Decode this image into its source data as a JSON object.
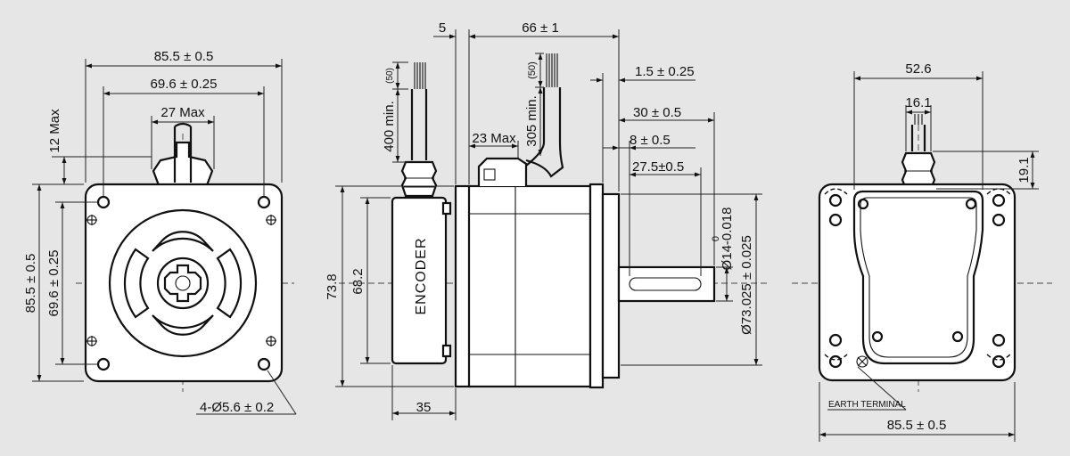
{
  "colors": {
    "background": "#e6e6e6",
    "line": "#111111",
    "fill": "#ffffff"
  },
  "front_view": {
    "overall_width": "85.5 ± 0.5",
    "bolt_spacing_width": "69.6 ± 0.25",
    "connector_width": "27 Max",
    "connector_height": "12 Max",
    "overall_height": "85.5 ± 0.5",
    "bolt_spacing_height": "69.6 ± 0.25",
    "mounting_holes": "4-Ø5.6 ± 0.2"
  },
  "side_view": {
    "flange_offset": "5",
    "body_length": "66 ± 1",
    "flange_thickness": "1.5 ± 0.25",
    "shaft_length": "30 ± 0.5",
    "shaft_step": "8 ± 0.5",
    "key_length": "27.5±0.5",
    "cable_connector": "23 Max",
    "encoder_lead_sleeve": "(50)",
    "encoder_lead_length": "400 min.",
    "motor_lead_sleeve": "(50)",
    "motor_lead_length": "305 min.",
    "encoder_label": "ENCODER",
    "encoder_length": "35",
    "total_height": "73.8",
    "encoder_height": "68.2",
    "shaft_tolerance": "0",
    "shaft_diameter": "Ø14-0.018",
    "pilot_diameter": "Ø73.025 ± 0.025"
  },
  "rear_view": {
    "overall_width": "52.6",
    "connector_width": "16.1",
    "connector_height": "19.1",
    "earth_terminal": "EARTH TERMINAL",
    "base_width": "85.5 ± 0.5"
  }
}
